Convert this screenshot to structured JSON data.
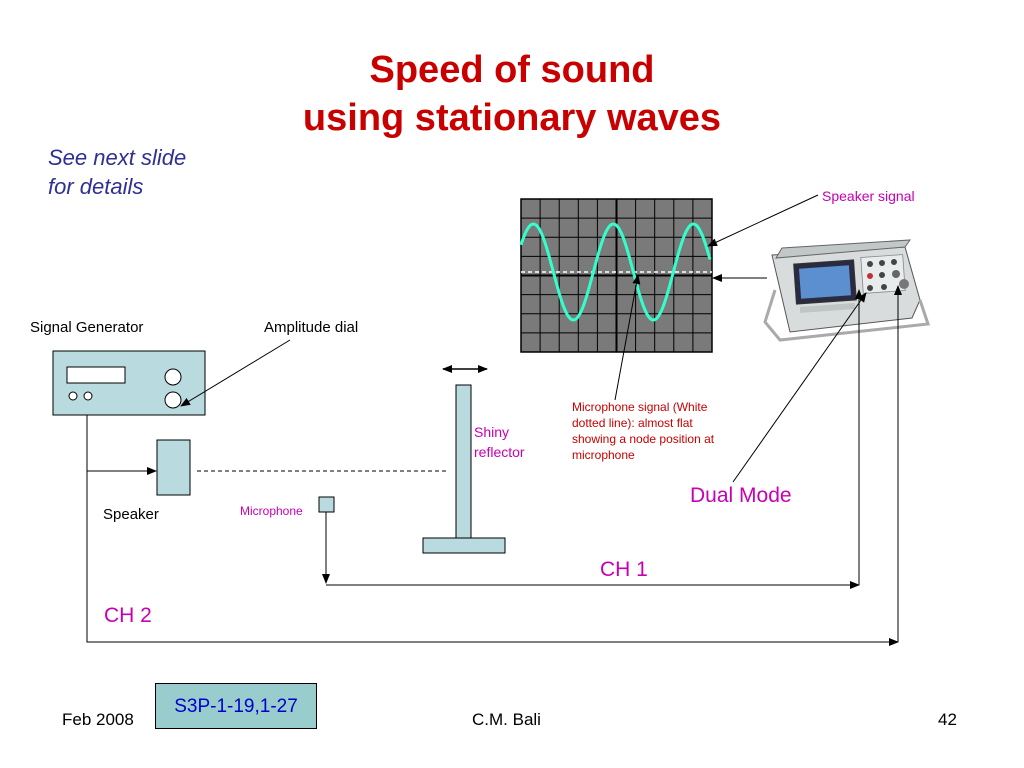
{
  "title": {
    "line1": "Speed of sound",
    "line2": "using stationary waves"
  },
  "note": {
    "line1": "See next slide",
    "line2": "for details"
  },
  "labels": {
    "signal_generator": "Signal Generator",
    "amplitude_dial": "Amplitude dial",
    "speaker": "Speaker",
    "microphone": "Microphone",
    "shiny_reflector_1": "Shiny",
    "shiny_reflector_2": "reflector",
    "speaker_signal": "Speaker signal",
    "microphone_signal": [
      "Microphone signal  (White",
      "dotted line): almost flat",
      "showing a node position at",
      "microphone"
    ],
    "dual_mode": "Dual Mode",
    "ch1": "CH 1",
    "ch2": "CH 2"
  },
  "footer": {
    "date": "Feb 2008",
    "reference": "S3P-1-19,1-27",
    "author": "C.M. Bali",
    "page": "42"
  },
  "colors": {
    "title": "#c80000",
    "note": "#2f2f96",
    "magenta": "#c800b4",
    "equipment_fill": "#b9dadf",
    "screen_bg": "#7a7a7a",
    "trace": "#33ffcc",
    "reference_box": "#99cccc"
  }
}
